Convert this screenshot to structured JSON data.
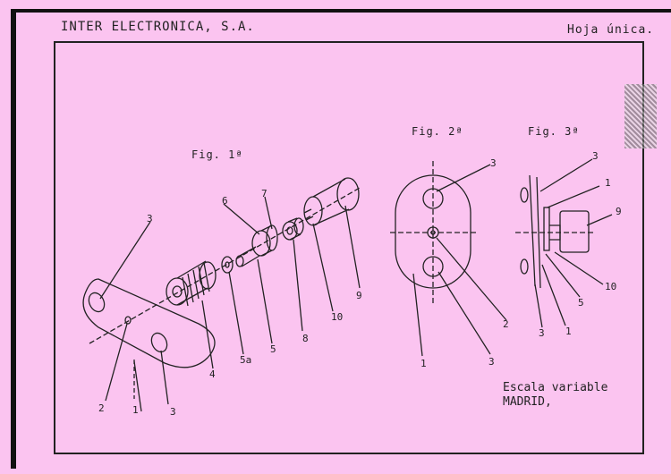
{
  "header": {
    "company": "INTER ELECTRONICA, S.A.",
    "sheet": "Hoja única."
  },
  "figures": {
    "fig1": "Fig. 1ª",
    "fig2": "Fig. 2ª",
    "fig3": "Fig. 3ª"
  },
  "fig1_labels": {
    "l3a": "3",
    "l6": "6",
    "l7": "7",
    "l2": "2",
    "l1": "1",
    "l3b": "3",
    "l4": "4",
    "l5a": "5a",
    "l5": "5",
    "l8": "8",
    "l10": "10",
    "l9": "9"
  },
  "fig2_labels": {
    "l3a": "3",
    "l2": "2",
    "l1": "1",
    "l3b": "3"
  },
  "fig3_labels": {
    "l3a": "3",
    "l1a": "1",
    "l9": "9",
    "l10": "10",
    "l5": "5",
    "l1b": "1",
    "l3b": "3"
  },
  "footer": {
    "scale": "Escala variable",
    "city": "MADRID,"
  }
}
